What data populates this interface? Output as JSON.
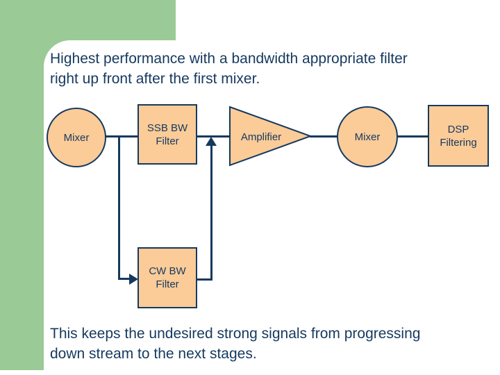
{
  "slide": {
    "captions": {
      "top": [
        "Highest performance with a bandwidth appropriate filter",
        "right up front after the first mixer."
      ],
      "bottom": [
        "This keeps the undesired strong signals from progressing",
        "down stream to the next stages."
      ]
    }
  },
  "diagram": {
    "nodes": [
      {
        "id": "mixer-1",
        "shape": "circle",
        "lines": [
          "Mixer"
        ]
      },
      {
        "id": "ssb-bw-filter",
        "shape": "rect",
        "lines": [
          "SSB BW",
          "Filter"
        ]
      },
      {
        "id": "amplifier",
        "shape": "triangle",
        "lines": [
          "Amplifier"
        ]
      },
      {
        "id": "mixer-2",
        "shape": "circle",
        "lines": [
          "Mixer"
        ]
      },
      {
        "id": "dsp-filtering",
        "shape": "rect",
        "lines": [
          "DSP",
          "Filtering"
        ]
      },
      {
        "id": "cw-bw-filter",
        "shape": "rect",
        "lines": [
          "CW BW",
          "Filter"
        ]
      }
    ],
    "edges": [
      {
        "from": "mixer-1",
        "to": "ssb-bw-filter",
        "arrow": false
      },
      {
        "from": "mixer-1",
        "to": "cw-bw-filter",
        "arrow": true
      },
      {
        "from": "ssb-bw-filter",
        "to": "amplifier",
        "arrow": false
      },
      {
        "from": "cw-bw-filter",
        "to": "amplifier",
        "arrow": true
      },
      {
        "from": "amplifier",
        "to": "mixer-2",
        "arrow": false
      },
      {
        "from": "mixer-2",
        "to": "dsp-filtering",
        "arrow": false
      }
    ]
  },
  "colors": {
    "accent_green": "#9ACA95",
    "shape_fill": "#FBCB98",
    "line_navy": "#15395E",
    "panel_white": "#FFFFFF"
  }
}
